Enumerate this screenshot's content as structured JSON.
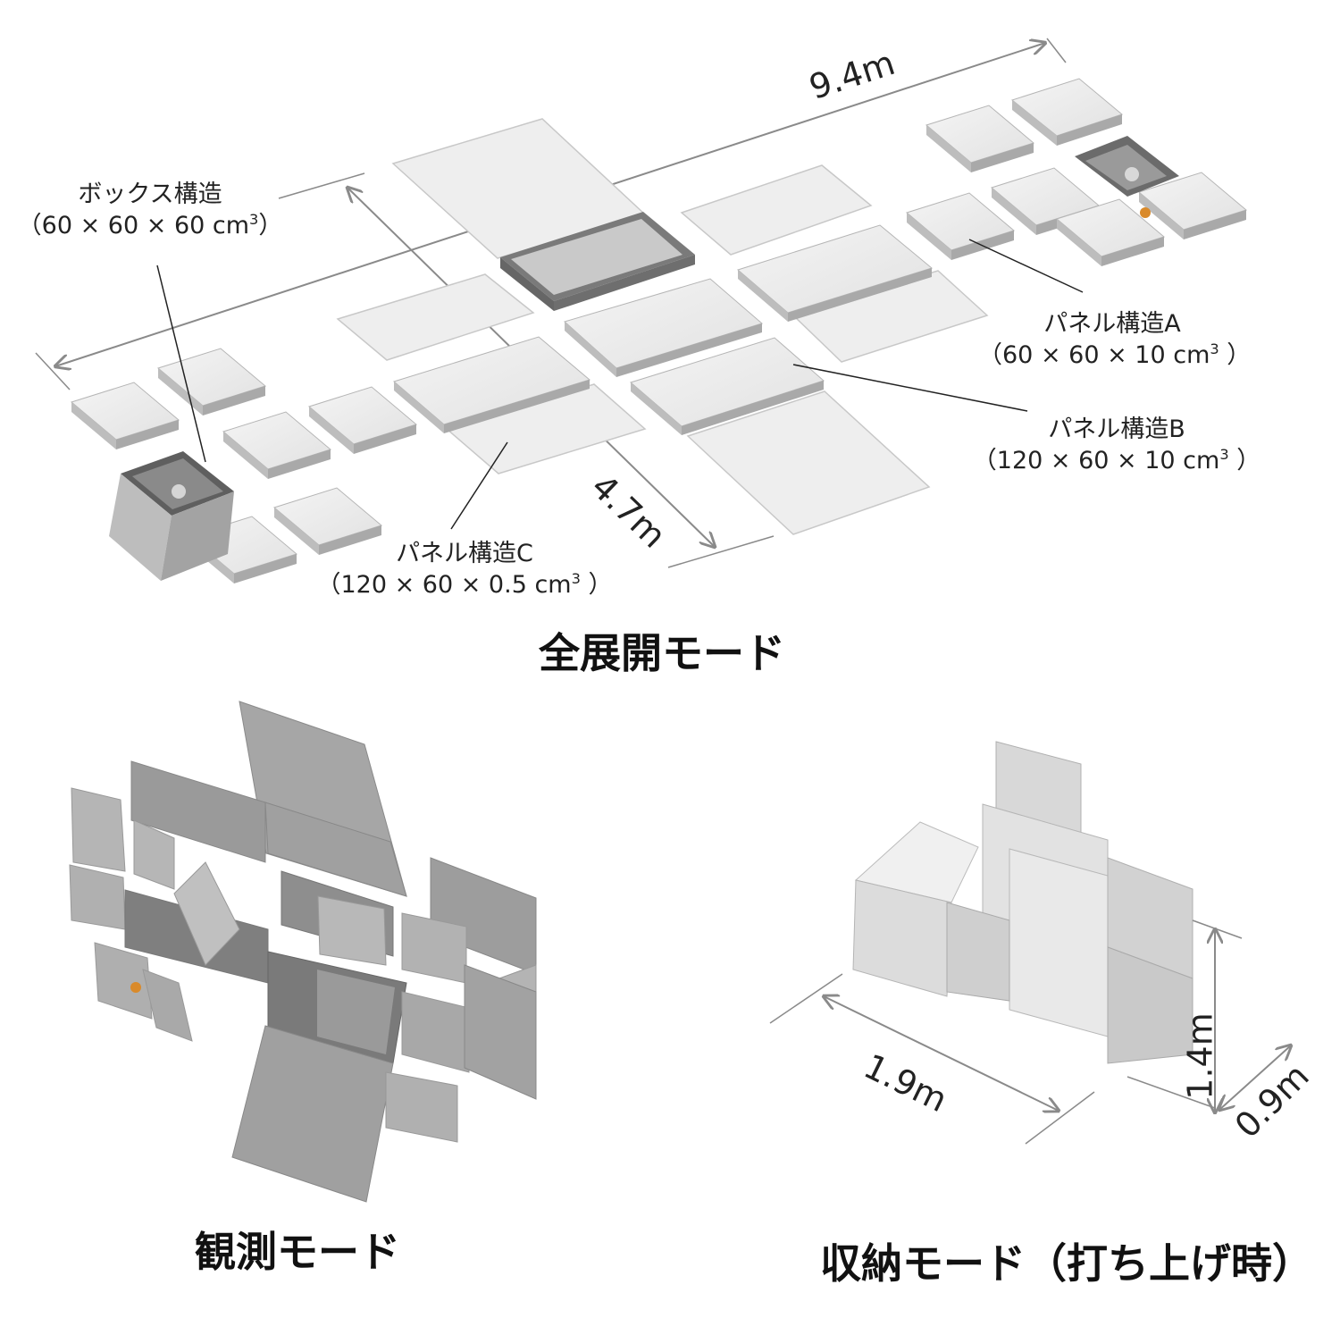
{
  "labels": {
    "box": {
      "name": "ボックス構造",
      "size": "（60 × 60 × 60 cm",
      "sup": "3",
      "close": "）"
    },
    "panelA": {
      "name": "パネル構造A",
      "size": "（60 × 60 × 10 cm",
      "sup": "3",
      "close": " ）"
    },
    "panelB": {
      "name": "パネル構造B",
      "size": "（120 × 60 × 10 cm",
      "sup": "3",
      "close": " ）"
    },
    "panelC": {
      "name": "パネル構造C",
      "size": "（120 × 60 × 0.5 cm",
      "sup": "3",
      "close": " ）"
    }
  },
  "dimensions": {
    "full_length": "9.4m",
    "full_width": "4.7m",
    "stowed_length": "1.9m",
    "stowed_height": "1.4m",
    "stowed_depth": "0.9m"
  },
  "modes": {
    "deployed": "全展開モード",
    "observation": "観測モード",
    "stowed": "収納モード（打ち上げ時）"
  },
  "colors": {
    "panel_top": "#ececec",
    "panel_side": "#bdbdbd",
    "dark_panel": "#8f8f8f",
    "dim_line": "#8a8a8a",
    "accent_orange": "#d98a2b"
  }
}
